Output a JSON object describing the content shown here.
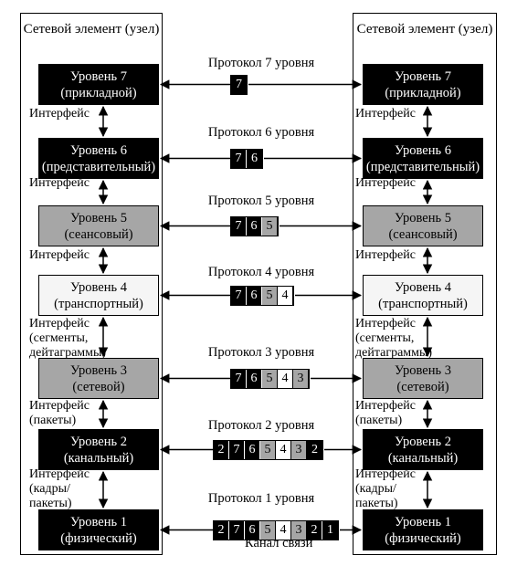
{
  "node_title": "Сетевой элемент (узел)",
  "layers": [
    {
      "name": "Уровень 7",
      "sub": "(прикладной)",
      "style": "dark"
    },
    {
      "name": "Уровень 6",
      "sub": "(представительный)",
      "style": "dark"
    },
    {
      "name": "Уровень 5",
      "sub": "(сеансовый)",
      "style": "gray"
    },
    {
      "name": "Уровень 4",
      "sub": "(транспортный)",
      "style": "light"
    },
    {
      "name": "Уровень 3",
      "sub": "(сетевой)",
      "style": "gray"
    },
    {
      "name": "Уровень 2",
      "sub": "(канальный)",
      "style": "dark"
    },
    {
      "name": "Уровень 1",
      "sub": "(физический)",
      "style": "dark"
    }
  ],
  "interfaces": [
    [
      "Интерфейс"
    ],
    [
      "Интерфейс"
    ],
    [
      "Интерфейс"
    ],
    [
      "Интерфейс",
      "(сегменты,",
      "дейтаграммы)"
    ],
    [
      "Интерфейс",
      "(пакеты)"
    ],
    [
      "Интерфейс",
      "(кадры/",
      "пакеты)"
    ]
  ],
  "protocols": [
    {
      "label": "Протокол 7 уровня",
      "cells": [
        {
          "t": "7",
          "s": "dark"
        }
      ]
    },
    {
      "label": "Протокол 6 уровня",
      "cells": [
        {
          "t": "7",
          "s": "dark"
        },
        {
          "t": "6",
          "s": "dark"
        }
      ]
    },
    {
      "label": "Протокол 5 уровня",
      "cells": [
        {
          "t": "7",
          "s": "dark"
        },
        {
          "t": "6",
          "s": "dark"
        },
        {
          "t": "5",
          "s": "gray"
        }
      ]
    },
    {
      "label": "Протокол 4 уровня",
      "cells": [
        {
          "t": "7",
          "s": "dark"
        },
        {
          "t": "6",
          "s": "dark"
        },
        {
          "t": "5",
          "s": "gray"
        },
        {
          "t": "4",
          "s": "light"
        }
      ]
    },
    {
      "label": "Протокол 3 уровня",
      "cells": [
        {
          "t": "7",
          "s": "dark"
        },
        {
          "t": "6",
          "s": "dark"
        },
        {
          "t": "5",
          "s": "gray"
        },
        {
          "t": "4",
          "s": "light"
        },
        {
          "t": "3",
          "s": "gray"
        }
      ]
    },
    {
      "label": "Протокол 2 уровня",
      "cells": [
        {
          "t": "2",
          "s": "dark"
        },
        {
          "t": "7",
          "s": "dark"
        },
        {
          "t": "6",
          "s": "dark"
        },
        {
          "t": "5",
          "s": "gray"
        },
        {
          "t": "4",
          "s": "light"
        },
        {
          "t": "3",
          "s": "gray"
        },
        {
          "t": "2",
          "s": "dark"
        }
      ]
    },
    {
      "label": "Протокол 1 уровня",
      "cells": [
        {
          "t": "2",
          "s": "dark"
        },
        {
          "t": "7",
          "s": "dark"
        },
        {
          "t": "6",
          "s": "dark"
        },
        {
          "t": "5",
          "s": "gray"
        },
        {
          "t": "4",
          "s": "light"
        },
        {
          "t": "3",
          "s": "gray"
        },
        {
          "t": "2",
          "s": "dark"
        },
        {
          "t": "1",
          "s": "dark"
        }
      ]
    }
  ],
  "channel_label": "Канал связи"
}
